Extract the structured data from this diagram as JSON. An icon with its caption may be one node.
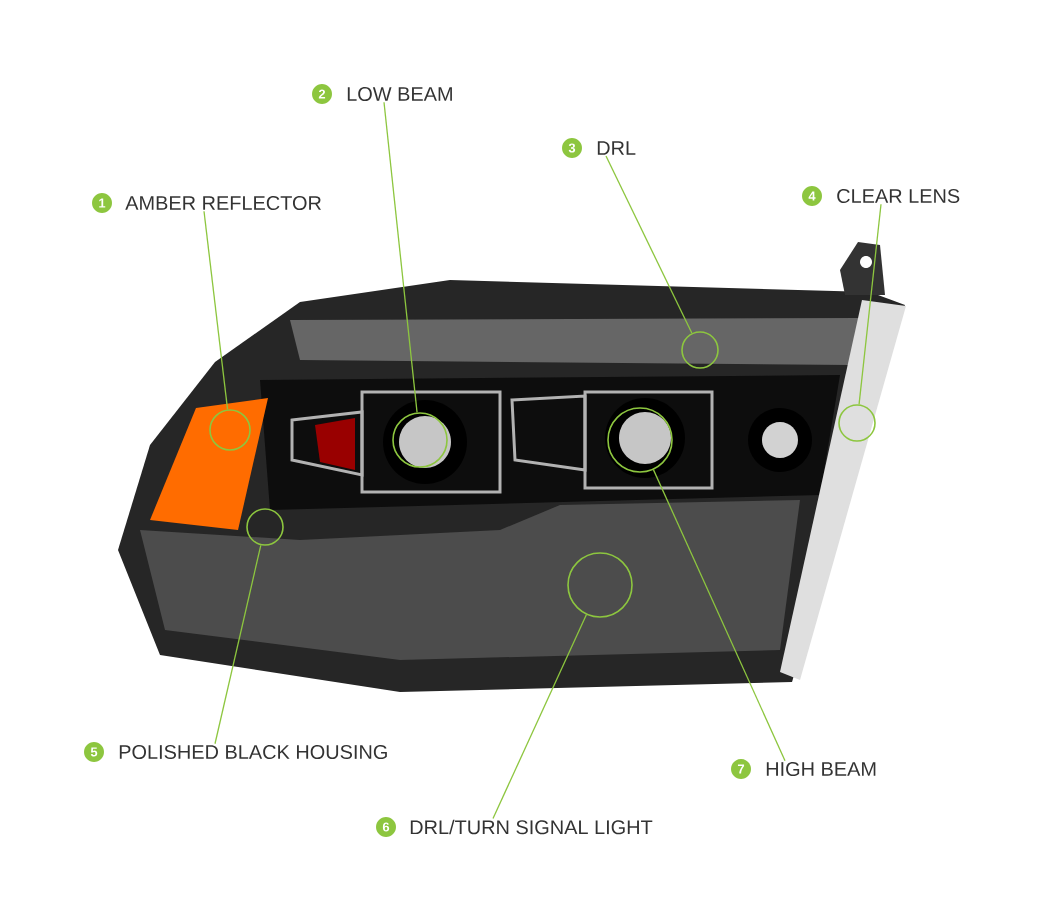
{
  "diagram": {
    "nodes": [
      {
        "text": [
          "1",
          "AMBER REFLECTOR"
        ]
      },
      {
        "text": [
          "2",
          "LOW BEAM"
        ]
      },
      {
        "text": [
          "3",
          "DRL"
        ]
      },
      {
        "text": [
          "4",
          "CLEAR LENS"
        ]
      },
      {
        "text": [
          "5",
          "POLISHED BLACK HOUSING"
        ]
      },
      {
        "text": [
          "6",
          "DRL/TURN SIGNAL LIGHT"
        ]
      },
      {
        "text": [
          "7",
          "HIGH BEAM"
        ]
      },
      {
        "text": [],
        "shape": "circle"
      },
      {
        "text": [],
        "shape": "circle"
      },
      {
        "text": [],
        "shape": "circle"
      },
      {
        "text": [],
        "shape": "circle"
      },
      {
        "text": [],
        "shape": "circle"
      },
      {
        "text": [],
        "shape": "circle"
      },
      {
        "text": [],
        "shape": "circle"
      }
    ],
    "edges": [
      {
        "from": 0,
        "to": 7,
        "arrow": "none"
      },
      {
        "from": 1,
        "to": 8,
        "arrow": "none"
      },
      {
        "from": 2,
        "to": 9,
        "arrow": "none"
      },
      {
        "from": 3,
        "to": 10,
        "arrow": "none"
      },
      {
        "from": 4,
        "to": 11,
        "arrow": "none"
      },
      {
        "from": 5,
        "to": 12,
        "arrow": "none"
      },
      {
        "from": 6,
        "to": 13,
        "arrow": "none"
      }
    ]
  }
}
